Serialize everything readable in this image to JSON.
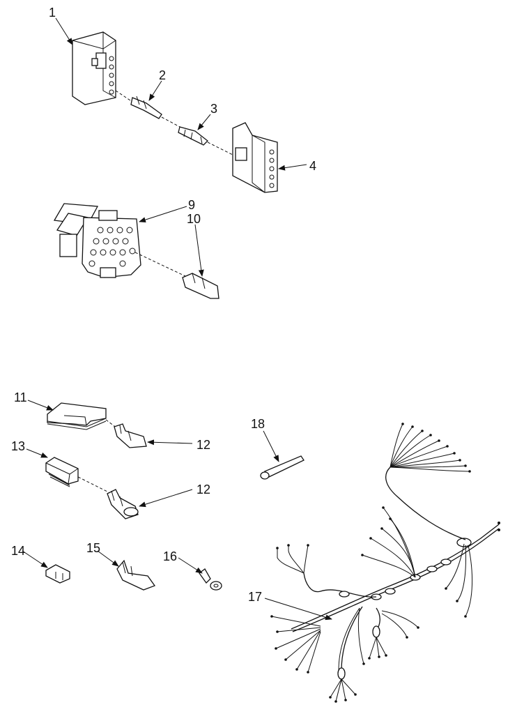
{
  "callouts": {
    "c1": "1",
    "c2": "2",
    "c3": "3",
    "c4": "4",
    "c9": "9",
    "c10": "10",
    "c11": "11",
    "c12a": "12",
    "c12b": "12",
    "c13": "13",
    "c14": "14",
    "c15": "15",
    "c16": "16",
    "c17": "17",
    "c18": "18"
  }
}
